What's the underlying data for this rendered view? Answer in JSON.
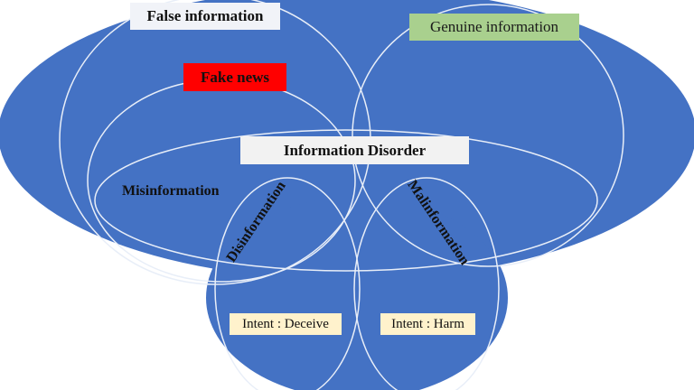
{
  "labels": {
    "false_information": "False information",
    "genuine_information": "Genuine information",
    "fake_news": "Fake news",
    "information_disorder": "Information Disorder",
    "misinformation": "Misinformation",
    "disinformation": "Disinformation",
    "malinformation": "Malinformation",
    "intent_deceive": "Intent : Deceive",
    "intent_harm": "Intent : Harm"
  },
  "colors": {
    "ellipse_fill": "#4472c4",
    "outline": "#e8eef8",
    "false_info_bg": "#f1f3f8",
    "genuine_info_bg": "#a9d08e",
    "fake_news_bg": "#ff0000",
    "disorder_bg": "#f2f2f2",
    "intent_bg": "#fff2cc"
  }
}
